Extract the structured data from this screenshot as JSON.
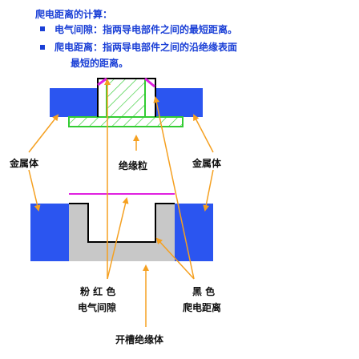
{
  "header": {
    "title": "爬电距离的计算：",
    "items": [
      {
        "text": "电气间隙：指两导电部件之间的最短距离。"
      },
      {
        "text": "爬电距离：指两导电部件之间的沿绝缘表面",
        "continuation": "最短的距离。"
      }
    ]
  },
  "labels": {
    "metal_left": "金属体",
    "metal_right": "金属体",
    "insulating_particle": "绝缘粒",
    "pink": "粉 红 色",
    "clearance": "电气间隙",
    "black": "黑  色",
    "creepage": "爬电距离",
    "slotted_insulator": "开槽绝缘体"
  },
  "colors": {
    "metal": "#2b55f0",
    "insulator_fill": "#c8c8c8",
    "particle_hatch": "#33cc33",
    "clearance_line": "#e020e0",
    "creepage_line": "#000000",
    "arrow": "#f5a020",
    "text_blue": "#1a3fd6"
  }
}
